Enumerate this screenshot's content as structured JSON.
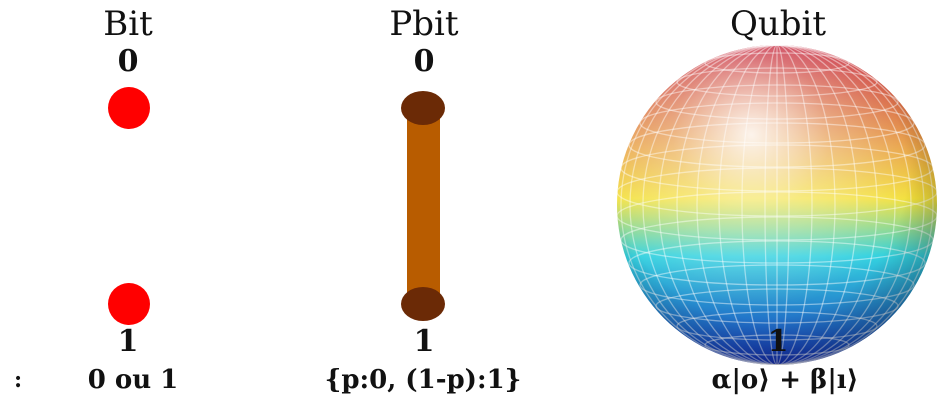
{
  "columns": [
    {
      "title": "Bit",
      "top_label": "0",
      "bottom_label": "1",
      "formula": "0 ou 1"
    },
    {
      "title": "Pbit",
      "top_label": "0",
      "bottom_label": "1",
      "formula": "{p:0, (1-p):1}"
    },
    {
      "title": "Qubit",
      "top_label": "0",
      "bottom_label": "1",
      "formula": "α|ο⟩ + β|ı⟩"
    }
  ],
  "left_edge_mark": ":",
  "colors": {
    "bit_dot": "#ff0000",
    "pbit_bar": "#b85c00",
    "pbit_end": "#6b2a06",
    "sphere_top": "#c0102a",
    "sphere_mid": "#f3e03a",
    "sphere_low": "#34d2e0",
    "sphere_bottom": "#1530b8"
  }
}
